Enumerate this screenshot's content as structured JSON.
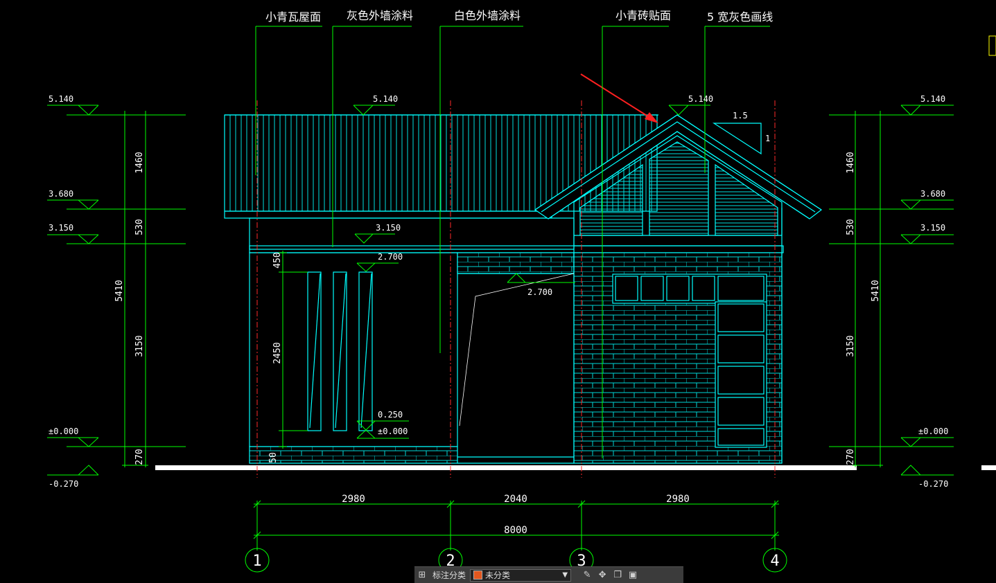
{
  "callouts": [
    "小青瓦屋面",
    "灰色外墙涂料",
    "白色外墙涂料",
    "小青砖贴面",
    "5 宽灰色画线"
  ],
  "elevations": {
    "top": "5.140",
    "eave": "3.680",
    "floor": "3.150",
    "opening": "2.700",
    "sill": "0.250",
    "zero": "±0.000",
    "ground": "-0.270"
  },
  "slope": {
    "run": "1.5",
    "rise": "1"
  },
  "vertical_dims": {
    "roof": "1460",
    "eave": "530",
    "wall": "3150",
    "base": "270",
    "total": "5410",
    "window_head": "450",
    "window": "2450",
    "plinth": "50"
  },
  "horizontal_dims": {
    "bay_1": "2980",
    "bay_2": "2040",
    "bay_3": "2980",
    "total": "8000"
  },
  "axes": [
    "1",
    "2",
    "3",
    "4"
  ],
  "toolbar": {
    "label": "标注分类",
    "selected": "未分类"
  },
  "colors": {
    "line": "#00ffff",
    "dim": "#00ff00",
    "axis": "#ff0000",
    "text": "#ffffff",
    "ground": "#ffffff"
  }
}
